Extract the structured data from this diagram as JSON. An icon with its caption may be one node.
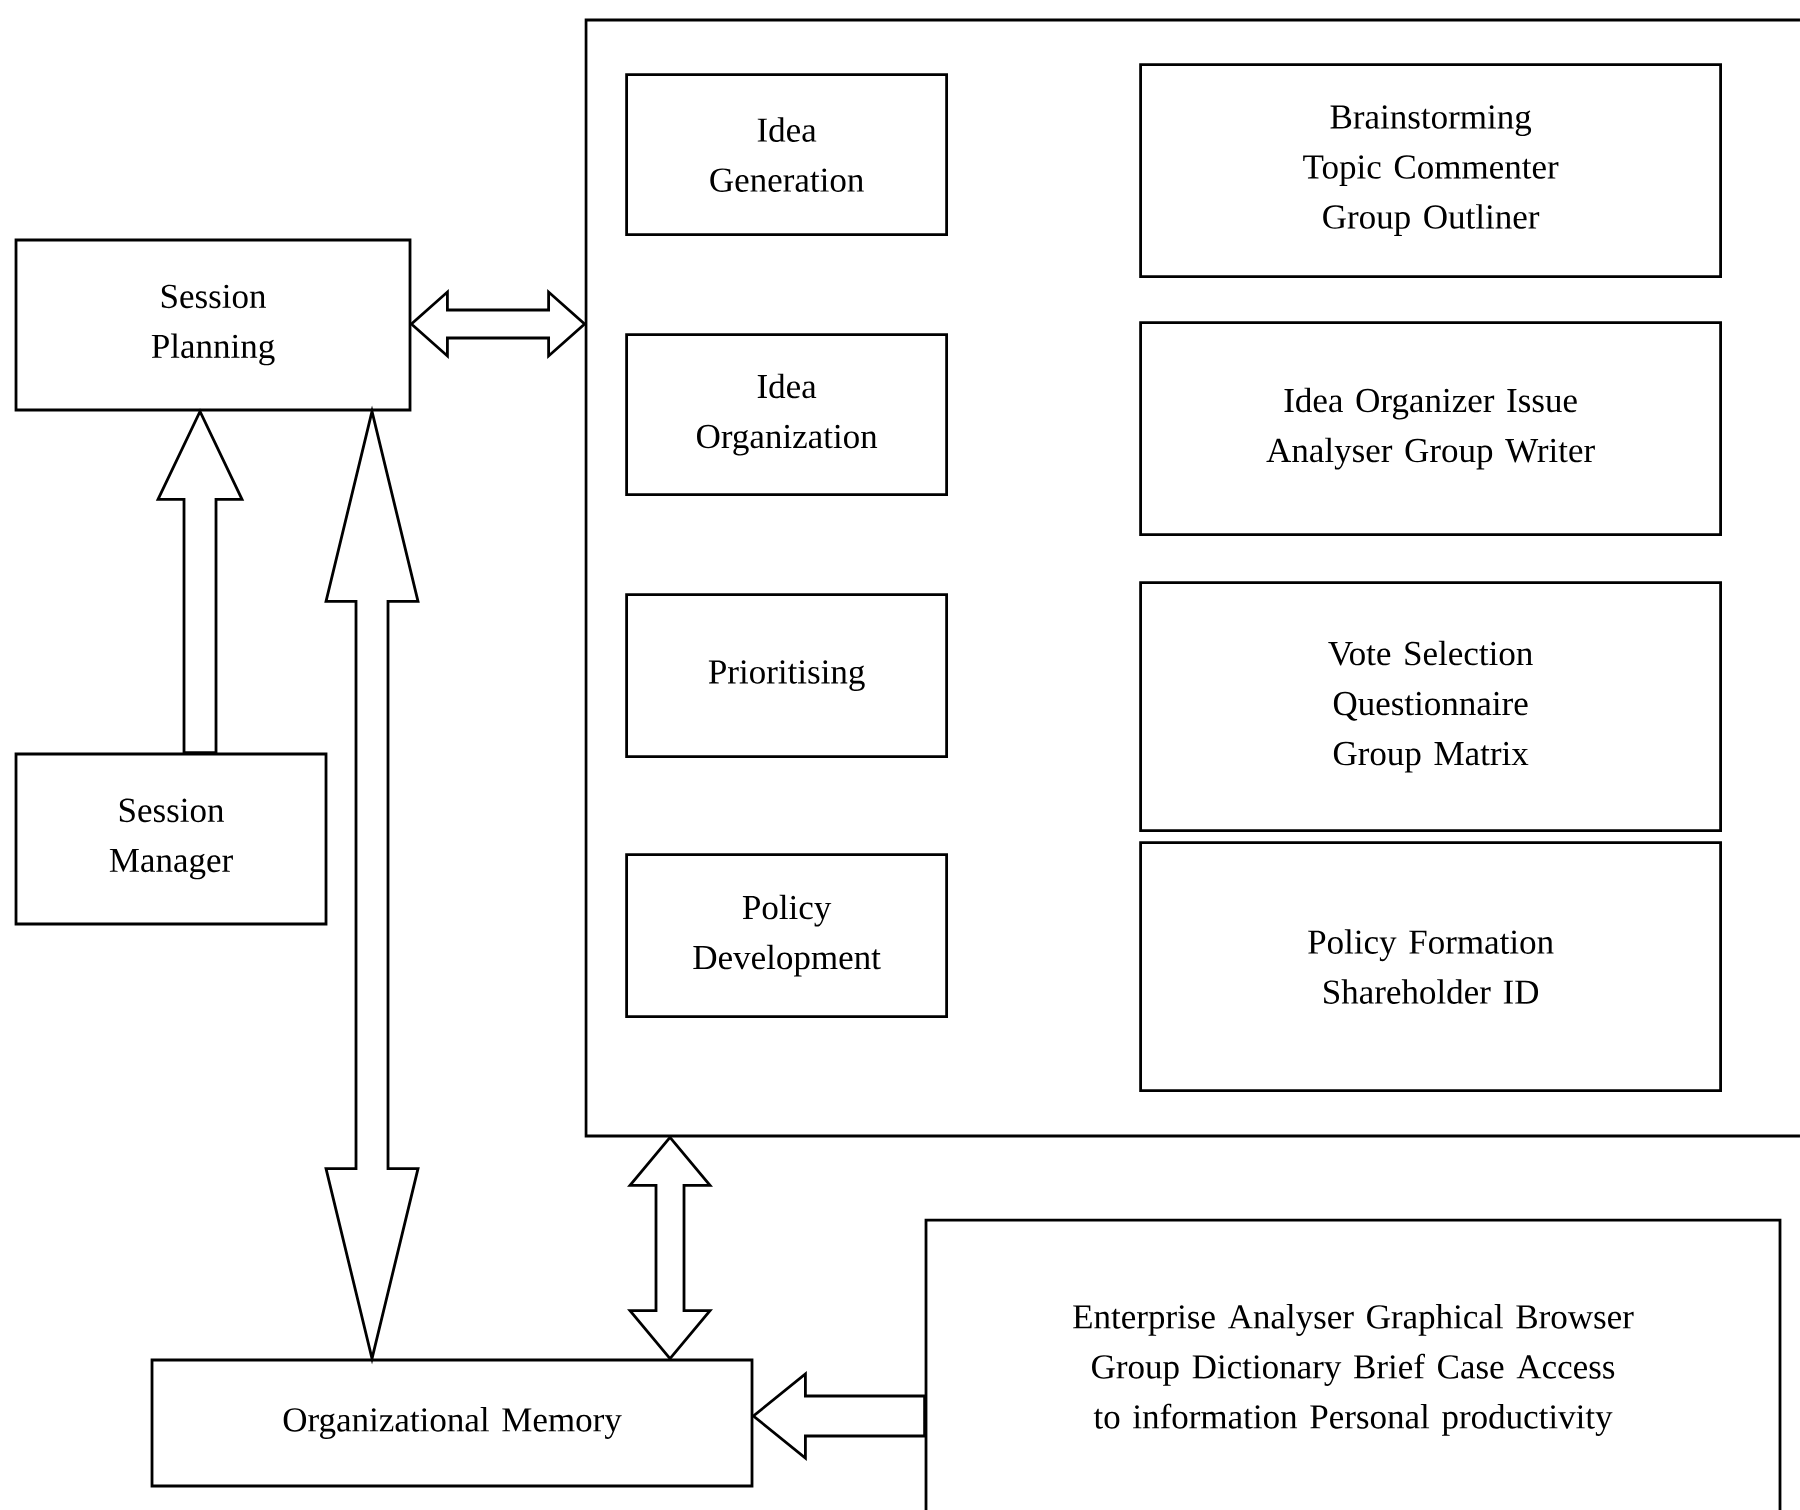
{
  "diagram": {
    "nodes": [
      {
        "text": [
          "Session Planning"
        ]
      },
      {
        "text": [
          "Session Manager"
        ]
      },
      {
        "text": [],
        "shape": "box"
      },
      {
        "text": [
          "Idea Generation"
        ],
        "in": 2
      },
      {
        "text": [
          "Brainstorming Topic Commenter Group Outliner"
        ],
        "in": 2
      },
      {
        "text": [
          "Idea Organization"
        ],
        "in": 2
      },
      {
        "text": [
          "Idea Organizer Issue Analyser Group Writer"
        ],
        "in": 2
      },
      {
        "text": [
          "Prioritising"
        ],
        "in": 2
      },
      {
        "text": [
          "Vote Selection Questionnaire Group Matrix"
        ],
        "in": 2
      },
      {
        "text": [
          "Policy Development"
        ],
        "in": 2
      },
      {
        "text": [
          "Policy Formation Shareholder ID"
        ],
        "in": 2
      },
      {
        "text": [
          "Organizational Memory"
        ]
      },
      {
        "text": [
          "Enterprise Analyser Graphical Browser Group Dictionary Brief Case Access to information Personal productivity"
        ]
      }
    ],
    "edges": [
      {
        "from": 0,
        "to": 2,
        "arrow": "both"
      },
      {
        "from": 1,
        "to": 0,
        "arrow": "to"
      },
      {
        "from": 0,
        "to": 11,
        "arrow": "both"
      },
      {
        "from": 2,
        "to": 11,
        "arrow": "both"
      },
      {
        "from": 12,
        "to": 11,
        "arrow": "to"
      }
    ]
  }
}
